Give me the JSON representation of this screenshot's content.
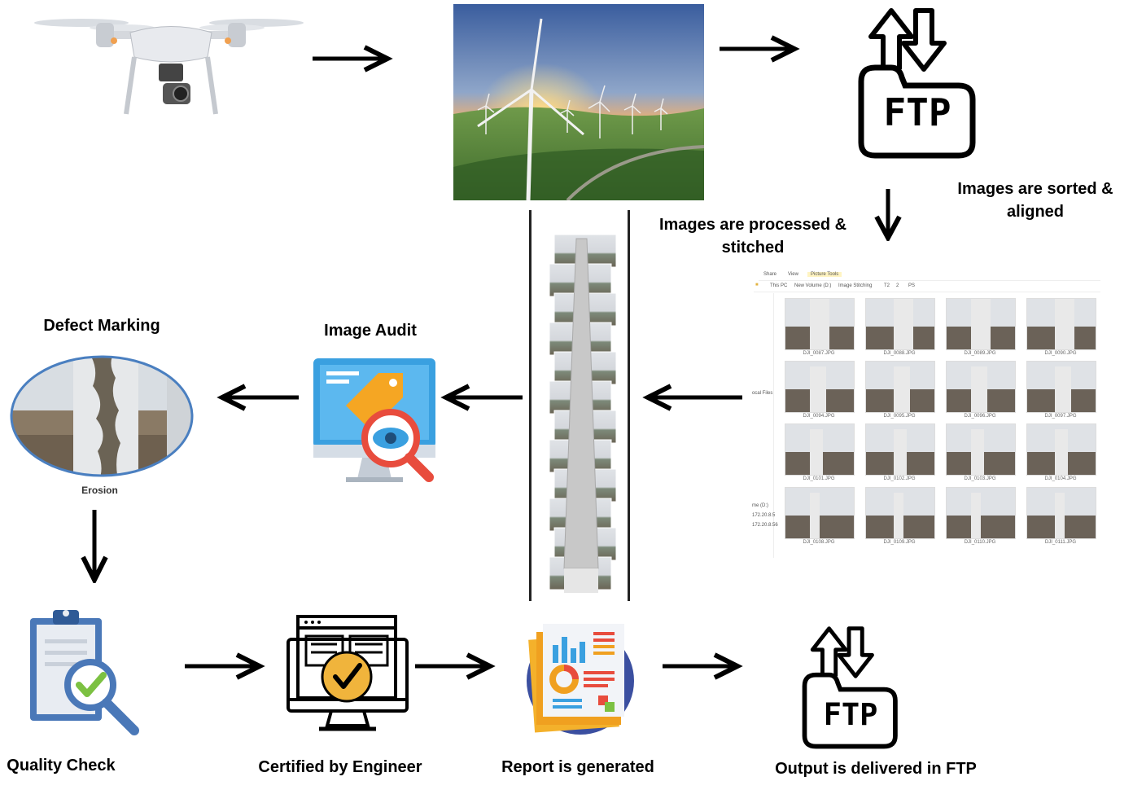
{
  "labels": {
    "sorted": "Images are sorted & aligned",
    "processed": "Images are processed & stitched",
    "defect_marking": "Defect Marking",
    "image_audit": "Image Audit",
    "erosion": "Erosion",
    "quality_check": "Quality Check",
    "certified": "Certified by Engineer",
    "report": "Report is generated",
    "output": "Output is delivered in FTP"
  },
  "ftp_text": "FTP",
  "file_explorer": {
    "ribbon": [
      "Share",
      "View",
      "Picture Tools"
    ],
    "path": [
      "This PC",
      "New Volume (D:)",
      "Image Stitching",
      "T2",
      "2",
      "PS"
    ],
    "sidebar": [
      "ocal Files",
      "me (D:)",
      "172.20.8.5",
      "172.20.8.56"
    ],
    "files": [
      "DJI_0087.JPG",
      "DJI_0088.JPG",
      "DJI_0089.JPG",
      "DJI_0090.JPG",
      "DJI_0094.JPG",
      "DJI_0095.JPG",
      "DJI_0096.JPG",
      "DJI_0097.JPG",
      "DJI_0101.JPG",
      "DJI_0102.JPG",
      "DJI_0103.JPG",
      "DJI_0104.JPG",
      "DJI_0108.JPG",
      "DJI_0109.JPG",
      "DJI_0110.JPG",
      "DJI_0111.JPG"
    ]
  },
  "colors": {
    "arrow": "#000000",
    "report_circle": "#3b4fa0",
    "certified_badge": "#f0b43c",
    "audit_blue": "#3aa0e0",
    "audit_orange": "#f5a623",
    "audit_red": "#e84c3d",
    "qc_blue": "#4a78b8",
    "qc_check": "#7cc142"
  }
}
